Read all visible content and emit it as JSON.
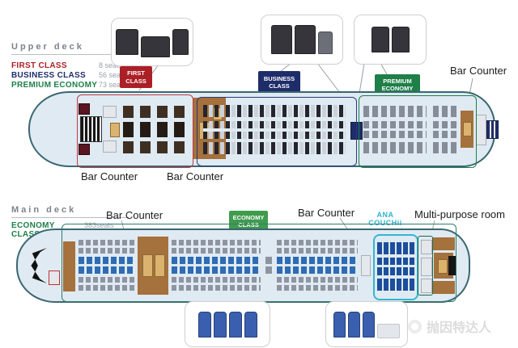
{
  "upper_deck": {
    "title": "Upper deck",
    "legend": [
      {
        "label": "FIRST CLASS",
        "seats": "8 seats"
      },
      {
        "label": "BUSINESS CLASS",
        "seats": "56 seats"
      },
      {
        "label": "PREMIUM ECONOMY",
        "seats": "73 seats"
      }
    ],
    "badges": {
      "first": {
        "line1": "FIRST",
        "line2": "CLASS"
      },
      "business": {
        "line1": "BUSINESS",
        "line2": "CLASS"
      },
      "premium": {
        "line1": "PREMIUM",
        "line2": "ECONOMY"
      }
    },
    "labels": {
      "bar_counter_tail": "Bar Counter",
      "bar_counter_front": "Bar Counter",
      "bar_counter_mid": "Bar Counter"
    }
  },
  "main_deck": {
    "title": "Main deck",
    "legend": [
      {
        "label": "ECONOMY CLASS",
        "seats": "383seats"
      }
    ],
    "badges": {
      "economy": {
        "line1": "ECONOMY",
        "line2": "CLASS"
      }
    },
    "labels": {
      "bar_counter_front": "Bar Counter",
      "bar_counter_mid": "Bar Counter",
      "ana_couch": {
        "line1": "ANA",
        "line2": "COUCHii"
      },
      "multi_purpose": "Multi-purpose room"
    }
  },
  "watermark": {
    "text": "抛因特达人"
  },
  "colors": {
    "first_red": "#ab2026",
    "business_navy": "#1e2d6a",
    "premium_green": "#1e7f48",
    "economy_green": "#3f9b4e",
    "couch_cyan": "#35b6d2",
    "multi_purpose_green": "#1c6b4a",
    "fuselage_fill": "#dfeaf2",
    "fuselage_outline": "#3a6770",
    "galley_brown": "#a5713c",
    "economy_seat_gray": "#8e95a1",
    "economy_center_blue": "#2e6cb5",
    "couch_seat_blue": "#1c4e9c"
  }
}
